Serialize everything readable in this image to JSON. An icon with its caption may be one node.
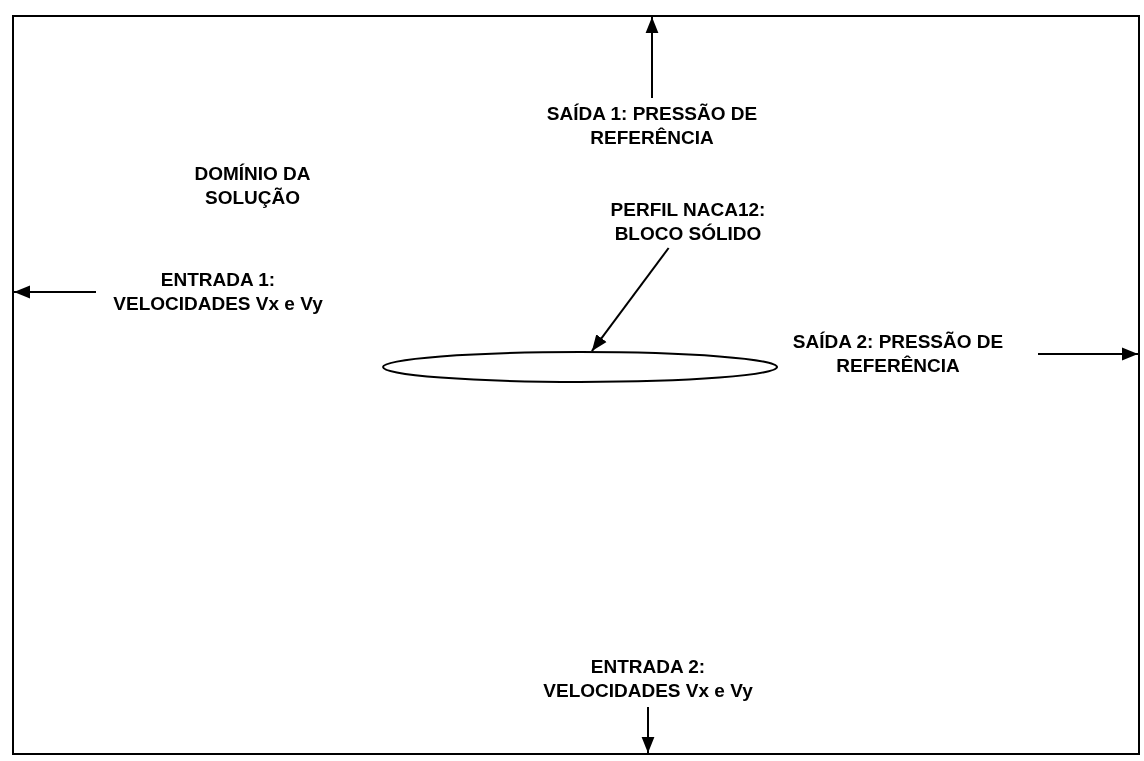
{
  "diagram": {
    "nodes": [
      {
        "text": [
          "DOMÍNIO DA SOLUÇÃO"
        ]
      },
      {
        "text": [
          "SAÍDA 1: PRESSÃO DE REFERÊNCIA"
        ],
        "in": 0
      },
      {
        "text": [
          "PERFIL NACA12: BLOCO SÓLIDO"
        ],
        "in": 0
      },
      {
        "text": [],
        "shape": "ellipse",
        "in": 0
      },
      {
        "text": [
          "ENTRADA 1: VELOCIDADES Vx e Vy"
        ],
        "in": 0
      },
      {
        "text": [
          "SAÍDA 2: PRESSÃO DE REFERÊNCIA"
        ],
        "in": 0
      },
      {
        "text": [
          "ENTRADA 2: VELOCIDADES Vx e Vy"
        ],
        "in": 0
      }
    ],
    "edges": [
      {
        "from": 1,
        "to": 0,
        "arrow": "to"
      },
      {
        "from": 2,
        "to": 3,
        "arrow": "to"
      },
      {
        "from": 4,
        "to": 0,
        "arrow": "to"
      },
      {
        "from": 5,
        "to": 0,
        "arrow": "to"
      },
      {
        "from": 6,
        "to": 0,
        "arrow": "to"
      }
    ]
  }
}
